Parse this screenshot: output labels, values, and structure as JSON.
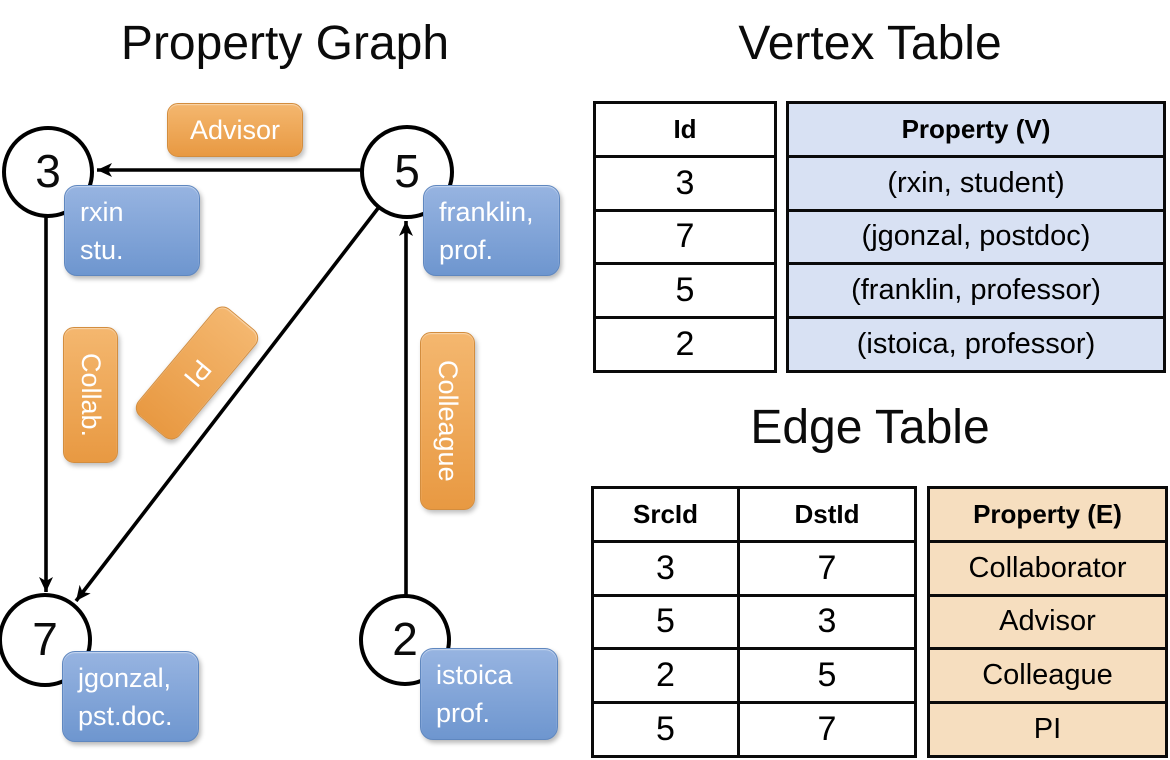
{
  "graph": {
    "title": "Property Graph",
    "nodes": [
      {
        "id": "3"
      },
      {
        "id": "5"
      },
      {
        "id": "7"
      },
      {
        "id": "2"
      }
    ],
    "node_labels": [
      {
        "line1": "rxin",
        "line2": "stu."
      },
      {
        "line1": "franklin,",
        "line2": "prof."
      },
      {
        "line1": "jgonzal,",
        "line2": "pst.doc."
      },
      {
        "line1": "istoica",
        "line2": "prof."
      }
    ],
    "edge_labels": [
      {
        "label": "Advisor"
      },
      {
        "label": "Collab."
      },
      {
        "label": "PI"
      },
      {
        "label": "Colleague"
      }
    ]
  },
  "vertex_table": {
    "title": "Vertex Table",
    "headers": {
      "id": "Id",
      "property": "Property (V)"
    },
    "rows": [
      {
        "id": "3",
        "property": "(rxin, student)"
      },
      {
        "id": "7",
        "property": "(jgonzal, postdoc)"
      },
      {
        "id": "5",
        "property": "(franklin, professor)"
      },
      {
        "id": "2",
        "property": "(istoica, professor)"
      }
    ]
  },
  "edge_table": {
    "title": "Edge Table",
    "headers": {
      "src": "SrcId",
      "dst": "DstId",
      "property": "Property (E)"
    },
    "rows": [
      {
        "src": "3",
        "dst": "7",
        "property": "Collaborator"
      },
      {
        "src": "5",
        "dst": "3",
        "property": "Advisor"
      },
      {
        "src": "2",
        "dst": "5",
        "property": "Colleague"
      },
      {
        "src": "5",
        "dst": "7",
        "property": "PI"
      }
    ]
  },
  "colors": {
    "vertex_box_top": "#97b4e1",
    "vertex_box_bottom": "#6e96cf",
    "edge_box_top": "#f4b76f",
    "edge_box_bottom": "#e89942",
    "vertex_cell_bg": "#d8e1f3",
    "edge_cell_bg": "#f6debf",
    "line": "#000000"
  }
}
